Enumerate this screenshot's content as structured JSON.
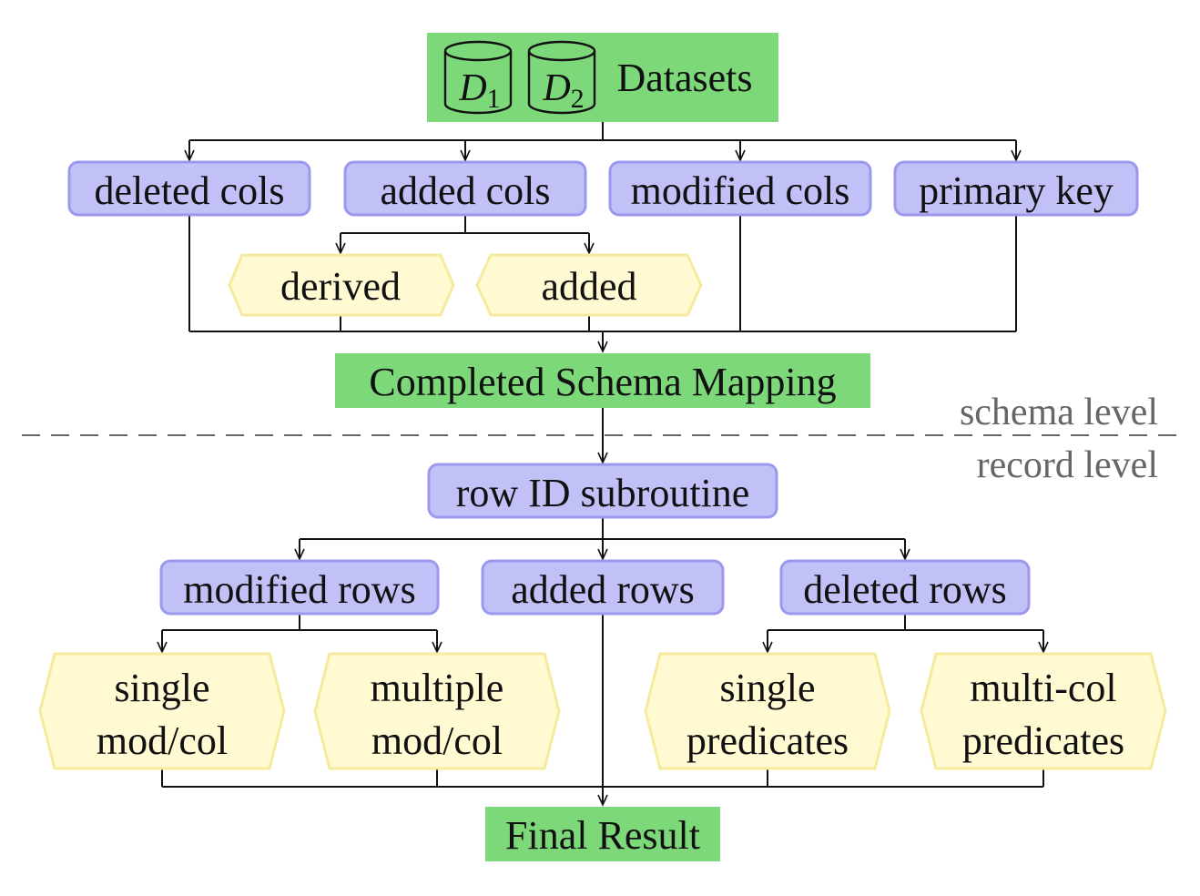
{
  "colors": {
    "green": "#7dd87a",
    "blue_fill": "#c1c0f7",
    "blue_stroke": "#9b98ee",
    "yellow_fill": "#fffad2",
    "yellow_stroke": "#f6ea9c",
    "line": "#111111",
    "level_text": "#666666"
  },
  "datasets": {
    "d1_letter": "D",
    "d1_sub": "1",
    "d2_letter": "D",
    "d2_sub": "2",
    "label": "Datasets",
    "icon": "database-cylinder-icon"
  },
  "schema_stage": {
    "boxes": [
      "deleted cols",
      "added cols",
      "modified cols",
      "primary key"
    ],
    "added_children": [
      "derived",
      "added"
    ],
    "result": "Completed Schema Mapping"
  },
  "levels": {
    "upper": "schema level",
    "lower": "record level"
  },
  "record_stage": {
    "subroutine": "row ID subroutine",
    "boxes": [
      "modified rows",
      "added rows",
      "deleted rows"
    ],
    "modified_children": [
      [
        "single",
        "mod/col"
      ],
      [
        "multiple",
        "mod/col"
      ]
    ],
    "deleted_children": [
      [
        "single",
        "predicates"
      ],
      [
        "multi-col",
        "predicates"
      ]
    ],
    "final": "Final Result"
  }
}
